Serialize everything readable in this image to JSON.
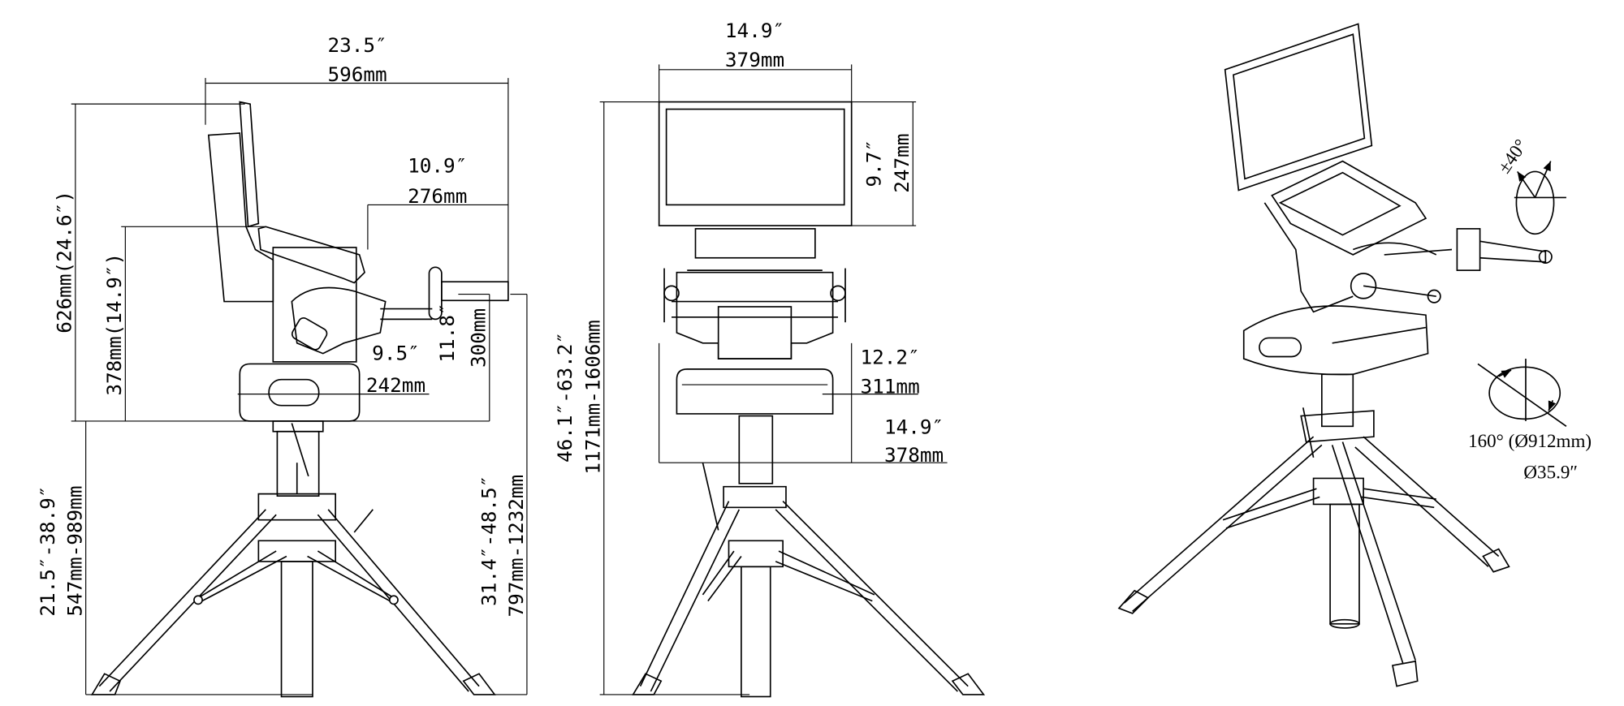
{
  "side_view": {
    "overall_width_in": "23.5″",
    "overall_width_mm": "596mm",
    "arm_reach_in": "10.9″",
    "arm_reach_mm": "276mm",
    "head_height": "626mm(24.6″)",
    "console_height": "378mm(14.9″)",
    "base_width_in": "9.5″",
    "base_width_mm": "242mm",
    "handle_height_in": "11.8″",
    "handle_height_mm": "300mm",
    "handle_floor_in": "31.4″-48.5″",
    "handle_floor_mm": "797mm-1232mm",
    "tripod_height_in": "21.5″-38.9″",
    "tripod_height_mm": "547mm-989mm"
  },
  "front_view": {
    "monitor_width_in": "14.9″",
    "monitor_width_mm": "379mm",
    "monitor_height_in": "9.7″",
    "monitor_height_mm": "247mm",
    "total_height_in": "46.1″-63.2″",
    "total_height_mm": "1171mm-1606mm",
    "base_width_in": "12.2″",
    "base_width_mm": "311mm",
    "overall_width_in": "14.9″",
    "overall_width_mm": "378mm"
  },
  "iso_view": {
    "tilt_angle": "±40°",
    "pan_range": "160° (Ø912mm)",
    "pan_diameter_in": "Ø35.9″"
  }
}
